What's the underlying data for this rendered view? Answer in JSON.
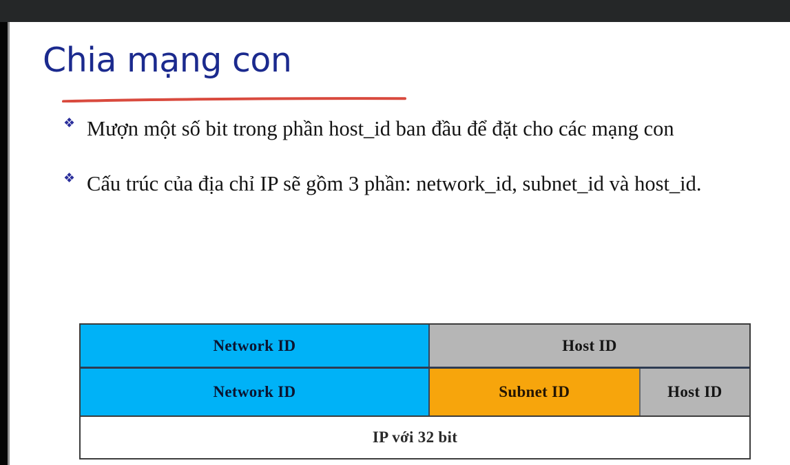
{
  "slide": {
    "title": "Chia mạng con",
    "bullet_marker": "❖",
    "bullets": [
      "Mượn một số bit trong phần host_id ban đầu để đặt cho các mạng con",
      "Cấu trúc của địa chỉ IP sẽ gồm 3 phần: network_id, subnet_id và host_id."
    ]
  },
  "diagram": {
    "row1": {
      "network_id": "Network ID",
      "host_id": "Host ID"
    },
    "row2": {
      "network_id": "Network ID",
      "subnet_id": "Subnet ID",
      "host_id": "Host ID"
    },
    "row3": {
      "caption": "IP với 32 bit"
    }
  },
  "colors": {
    "title": "#1b2a8e",
    "underline": "#d94a3e",
    "network_id": "#00b2f7",
    "host_id": "#b6b6b6",
    "subnet_id": "#f7a50c",
    "caption_bg": "#ffffff",
    "top_bar": "#252728",
    "left_bar": "#050505"
  }
}
